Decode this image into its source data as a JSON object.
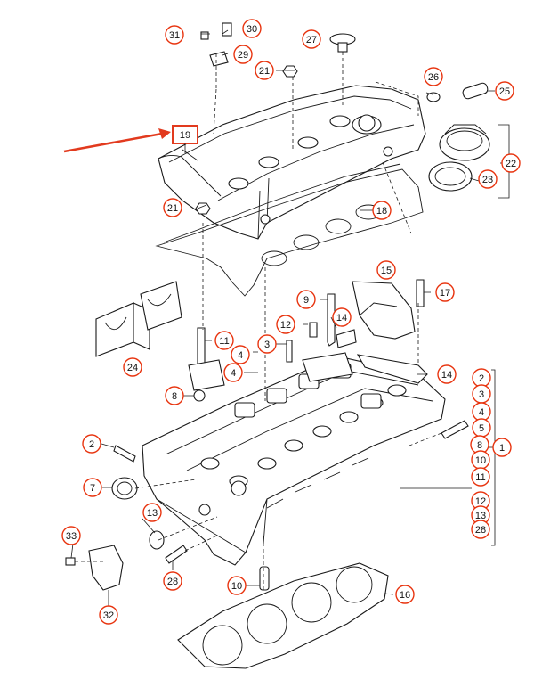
{
  "diagram": {
    "accent_color": "#e23a1e",
    "marker_color": "#e8340f",
    "line_color": "#1a1a1a",
    "highlighted_part": "19",
    "callouts": [
      {
        "id": "c31",
        "label": "31"
      },
      {
        "id": "c30",
        "label": "30"
      },
      {
        "id": "c29",
        "label": "29"
      },
      {
        "id": "c27",
        "label": "27"
      },
      {
        "id": "c21a",
        "label": "21"
      },
      {
        "id": "c26",
        "label": "26"
      },
      {
        "id": "c25",
        "label": "25"
      },
      {
        "id": "c22",
        "label": "22"
      },
      {
        "id": "c23",
        "label": "23"
      },
      {
        "id": "c21b",
        "label": "21"
      },
      {
        "id": "c18",
        "label": "18"
      },
      {
        "id": "c15",
        "label": "15"
      },
      {
        "id": "c9",
        "label": "9"
      },
      {
        "id": "c17",
        "label": "17"
      },
      {
        "id": "c12a",
        "label": "12"
      },
      {
        "id": "c14a",
        "label": "14"
      },
      {
        "id": "c11a",
        "label": "11"
      },
      {
        "id": "c3a",
        "label": "3"
      },
      {
        "id": "c4a",
        "label": "4"
      },
      {
        "id": "c4b",
        "label": "4"
      },
      {
        "id": "c24",
        "label": "24"
      },
      {
        "id": "c14b",
        "label": "14"
      },
      {
        "id": "c8a",
        "label": "8"
      },
      {
        "id": "c2a",
        "label": "2"
      },
      {
        "id": "c7",
        "label": "7"
      },
      {
        "id": "c13a",
        "label": "13"
      },
      {
        "id": "c33",
        "label": "33"
      },
      {
        "id": "c28a",
        "label": "28"
      },
      {
        "id": "c10a",
        "label": "10"
      },
      {
        "id": "c16",
        "label": "16"
      },
      {
        "id": "c32",
        "label": "32"
      },
      {
        "id": "r2",
        "label": "2"
      },
      {
        "id": "r3",
        "label": "3"
      },
      {
        "id": "r4",
        "label": "4"
      },
      {
        "id": "r5",
        "label": "5"
      },
      {
        "id": "r8",
        "label": "8"
      },
      {
        "id": "r1",
        "label": "1"
      },
      {
        "id": "r10",
        "label": "10"
      },
      {
        "id": "r11",
        "label": "11"
      },
      {
        "id": "r12",
        "label": "12"
      },
      {
        "id": "r13",
        "label": "13"
      },
      {
        "id": "r28",
        "label": "28"
      }
    ],
    "highlight_label": "19"
  }
}
